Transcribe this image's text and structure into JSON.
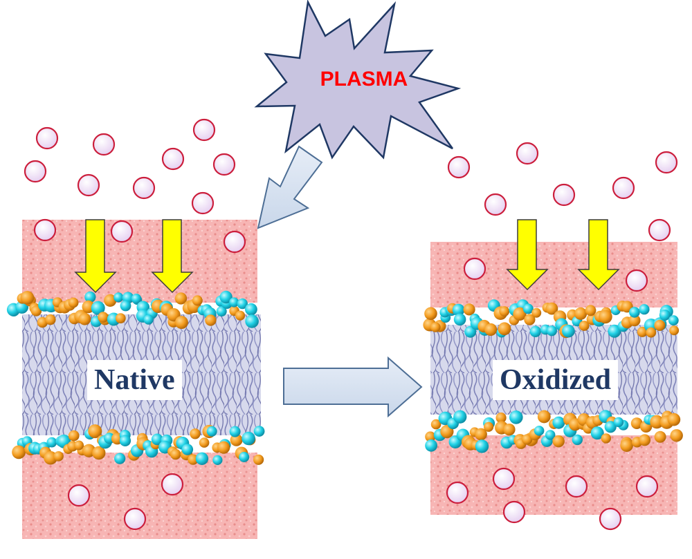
{
  "plasma": {
    "label": "PLASMA"
  },
  "membranes": {
    "native": {
      "label": "Native"
    },
    "oxidized": {
      "label": "Oxidized"
    }
  },
  "colors": {
    "water": "#f4a9a8",
    "lipid_tails": "#8c8fc0",
    "head_orange": "#f39c1f",
    "head_cyan": "#21d2e6",
    "species_fill": "#ecdcf5",
    "species_ring": "#cc1e3c",
    "impact_arrow": "#ffff00",
    "process_arrow": "#dce6f2",
    "burst_fill": "#c8c4e0",
    "burst_outline": "#1f3864",
    "label_text": "#1f3864",
    "plasma_text": "#ff0000"
  },
  "icons": {
    "burst": "starburst-shape",
    "species": "reactive-species-circle",
    "impact_arrow": "yellow-down-arrow",
    "flow_arrow": "block-arrow"
  }
}
